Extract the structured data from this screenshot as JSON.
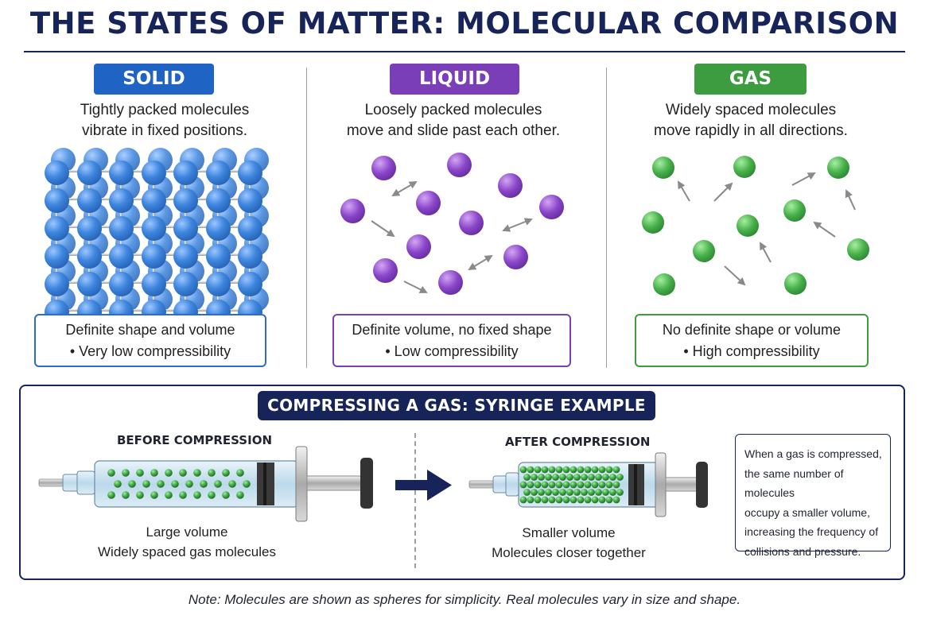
{
  "title": "THE STATES OF MATTER: MOLECULAR COMPARISON",
  "colors": {
    "navy": "#17245a",
    "solid": "#1f63c4",
    "liquid": "#7a3fb8",
    "gas": "#3d9c3f"
  },
  "states": [
    {
      "name": "SOLID",
      "desc_line1": "Tightly packed molecules",
      "desc_line2": "vibrate in fixed positions.",
      "prop_line1": "Definite shape and volume",
      "prop_line2": "• Very low compressibility"
    },
    {
      "name": "LIQUID",
      "desc_line1": "Loosely packed molecules",
      "desc_line2": "move and slide past each other.",
      "prop_line1": "Definite volume, no fixed shape",
      "prop_line2": "• Low compressibility"
    },
    {
      "name": "GAS",
      "desc_line1": "Widely spaced molecules",
      "desc_line2": "move rapidly in all directions.",
      "prop_line1": "No definite shape or volume",
      "prop_line2": "• High compressibility"
    }
  ],
  "compression": {
    "heading": "COMPRESSING A GAS: SYRINGE EXAMPLE",
    "before_label": "BEFORE COMPRESSION",
    "before_line1": "Large volume",
    "before_line2": "Widely spaced gas molecules",
    "after_label": "AFTER COMPRESSION",
    "after_line1": "Smaller volume",
    "after_line2": "Molecules closer together",
    "explanation": [
      "When a gas is compressed,",
      "the same number of molecules",
      "occupy a smaller volume,",
      "increasing the frequency of",
      "collisions and pressure."
    ]
  },
  "note": "Note: Molecules are shown as spheres for simplicity. Real molecules vary in size and shape."
}
